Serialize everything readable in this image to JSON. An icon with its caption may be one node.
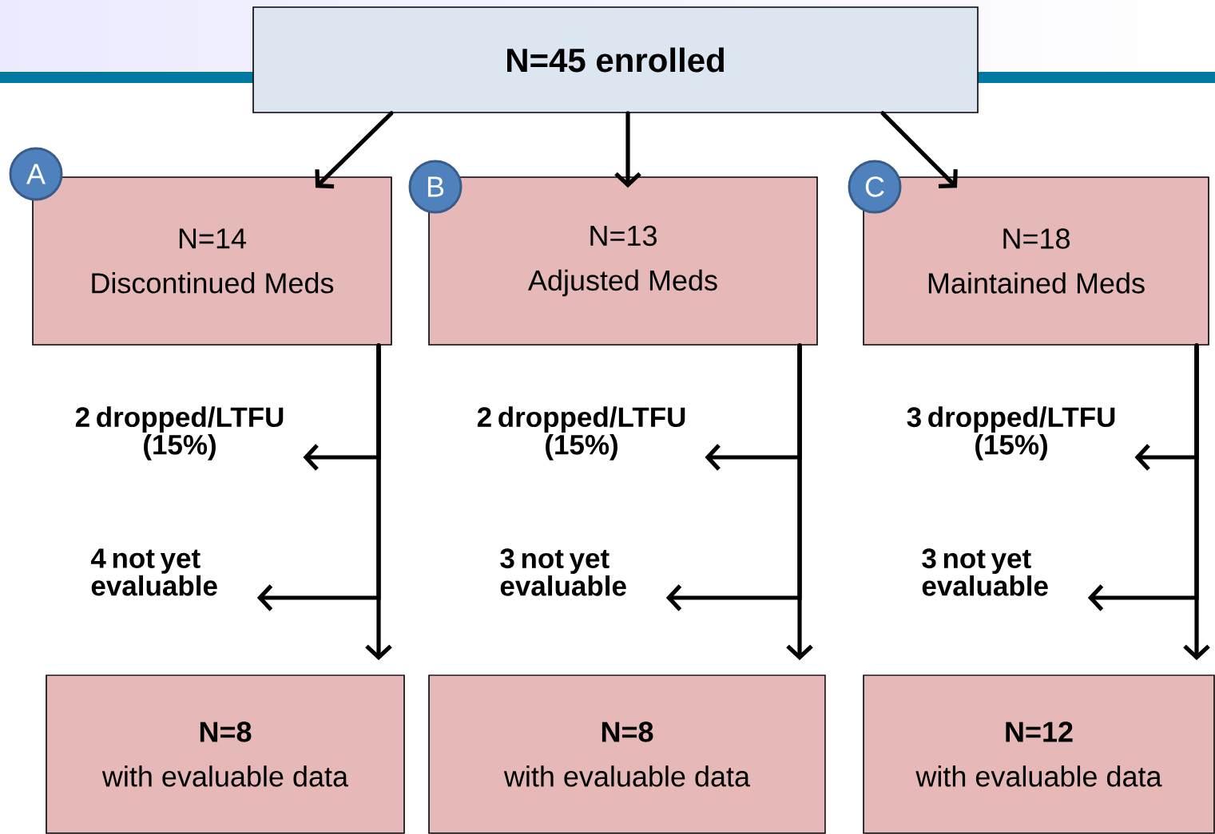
{
  "diagram": {
    "nodes": [
      {
        "text": [
          "N=45 enrolled"
        ]
      },
      {
        "text": [
          "A"
        ]
      },
      {
        "text": [
          "N=14",
          "Discontinued Meds"
        ]
      },
      {
        "text": [
          "B"
        ]
      },
      {
        "text": [
          "N=13",
          "Adjusted Meds"
        ]
      },
      {
        "text": [
          "C"
        ]
      },
      {
        "text": [
          "N=18",
          "Maintained Meds"
        ]
      },
      {
        "text": [
          "2 dropped/LTFU (15%)"
        ]
      },
      {
        "text": [
          "4 not yet evaluable"
        ]
      },
      {
        "text": [
          "2 dropped/LTFU (15%)"
        ]
      },
      {
        "text": [
          "3 not yet evaluable"
        ]
      },
      {
        "text": [
          "3 dropped/LTFU (15%)"
        ]
      },
      {
        "text": [
          "3 not yet evaluable"
        ]
      },
      {
        "text": [
          "N=8",
          "with evaluable data"
        ]
      },
      {
        "text": [
          "N=8",
          "with evaluable data"
        ]
      },
      {
        "text": [
          "N=12",
          "with evaluable data"
        ]
      }
    ],
    "edges": [
      {
        "from": 0,
        "to": 2,
        "arrow": "to"
      },
      {
        "from": 0,
        "to": 4,
        "arrow": "to"
      },
      {
        "from": 0,
        "to": 6,
        "arrow": "to"
      },
      {
        "from": 2,
        "to": 7,
        "arrow": "to"
      },
      {
        "from": 2,
        "to": 8,
        "arrow": "to"
      },
      {
        "from": 2,
        "to": 13,
        "arrow": "to"
      },
      {
        "from": 4,
        "to": 9,
        "arrow": "to"
      },
      {
        "from": 4,
        "to": 10,
        "arrow": "to"
      },
      {
        "from": 4,
        "to": 14,
        "arrow": "to"
      },
      {
        "from": 6,
        "to": 11,
        "arrow": "to"
      },
      {
        "from": 6,
        "to": 12,
        "arrow": "to"
      },
      {
        "from": 6,
        "to": 15,
        "arrow": "to"
      }
    ]
  }
}
